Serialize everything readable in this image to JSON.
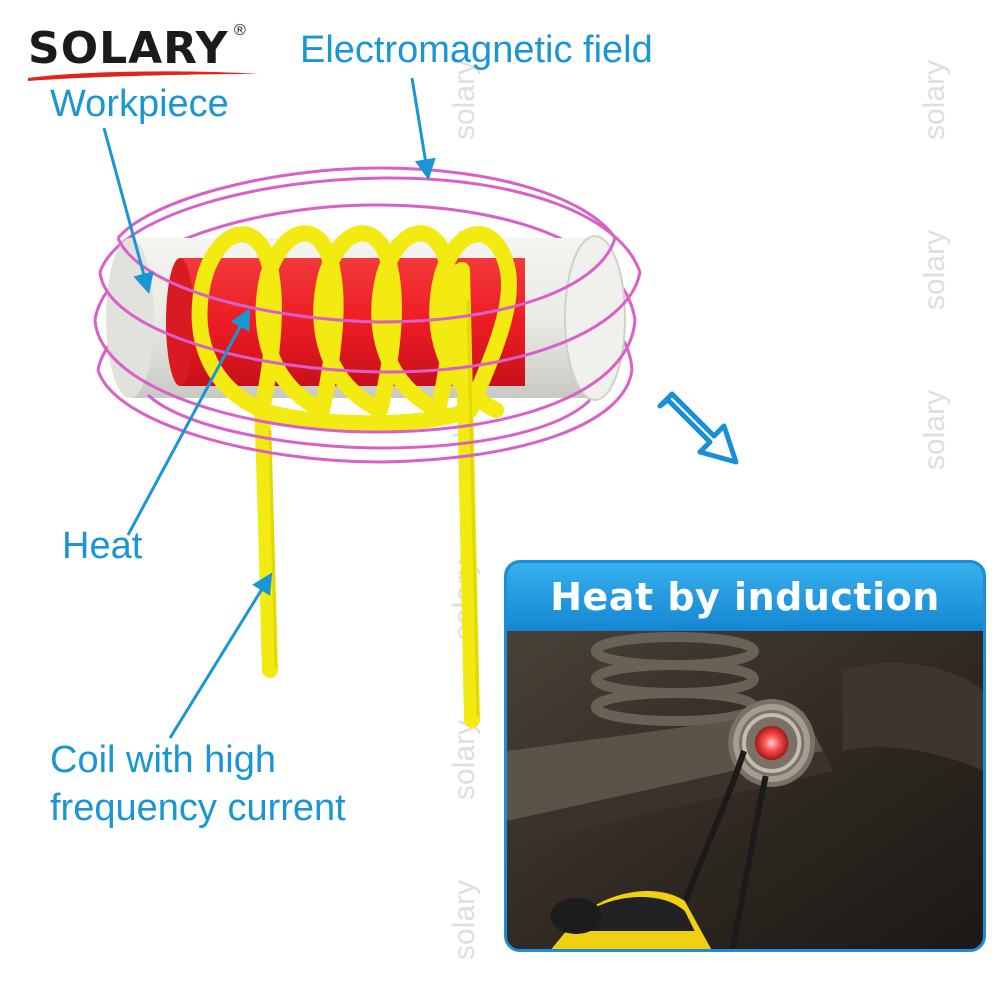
{
  "logo": {
    "text": "SOLARY",
    "registered": "®"
  },
  "labels": {
    "field": "Electromagnetic field",
    "workpiece": "Workpiece",
    "heat": "Heat",
    "coil_line1": "Coil with high",
    "coil_line2": "frequency current"
  },
  "panel": {
    "title": "Heat by induction"
  },
  "watermark": "solary",
  "colors": {
    "label": "#1a96d4",
    "coil": "#f2ea10",
    "heated_zone": "#ee1c24",
    "field_lines": "#d860c8",
    "workpiece": "#ebebe6",
    "panel_header": "#1a8fd8"
  }
}
